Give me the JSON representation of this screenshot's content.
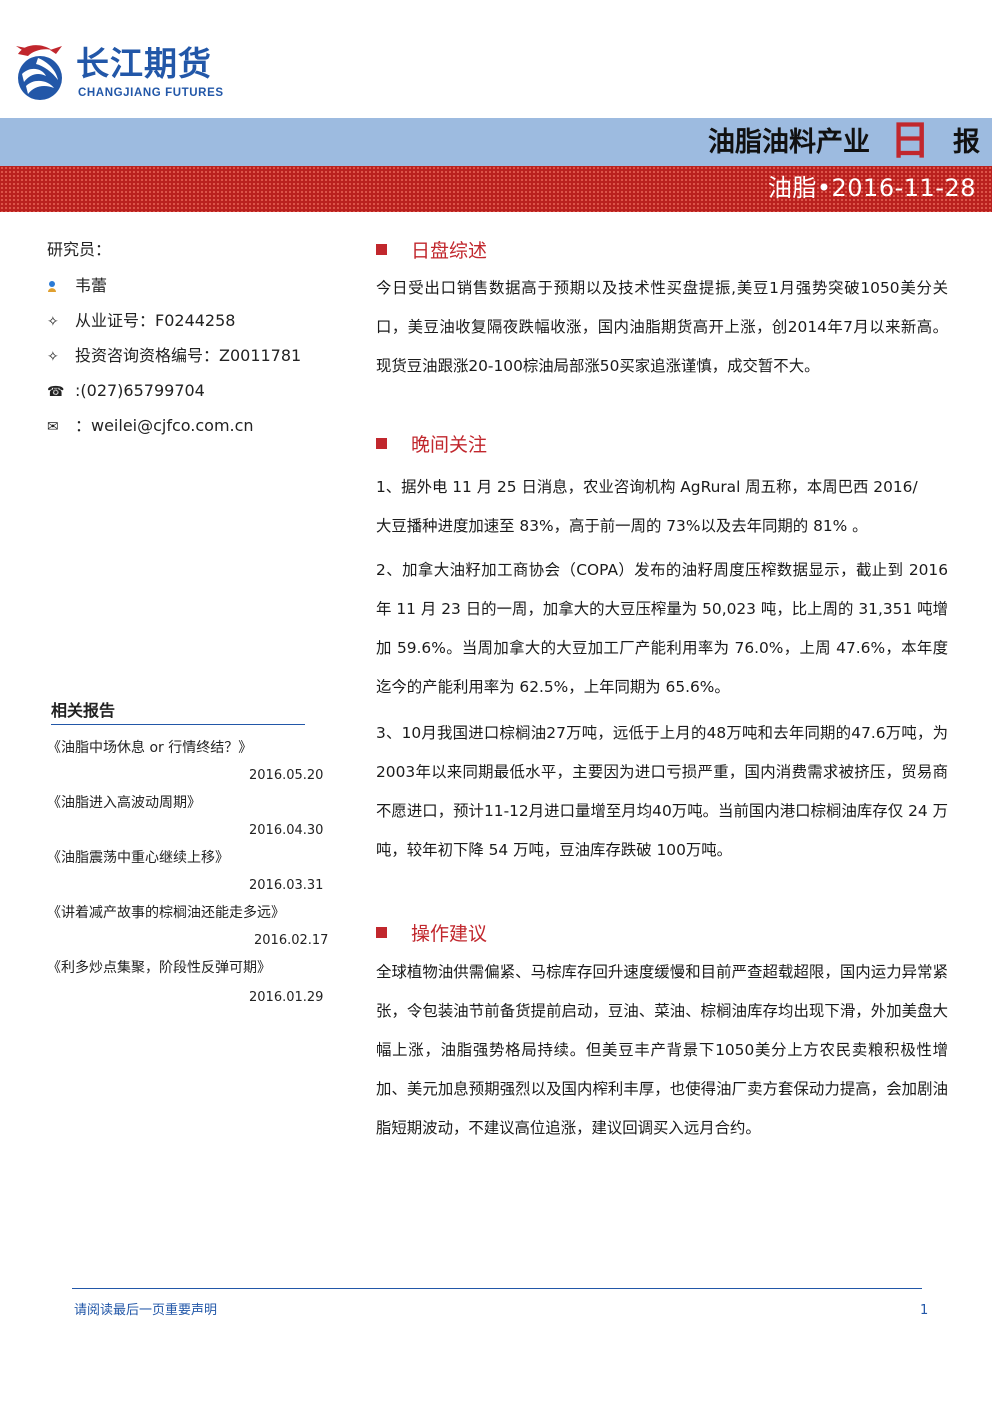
{
  "header": {
    "logo_cn": "长江期货",
    "logo_en": "CHANGJIANG FUTURES",
    "report_title": "油脂油料产业",
    "report_title_ri": "日",
    "report_title_bao": "报",
    "date_line": "油脂•2016-11-28",
    "colors": {
      "brand_blue": "#2257a8",
      "band_blue": "#9dbbe0",
      "band_red": "#b9201e",
      "accent_red": "#c1272d"
    }
  },
  "sidebar": {
    "analyst_label": "研究员：",
    "analyst_name": "韦蕾",
    "rows": [
      {
        "icon": "diamond-icon",
        "glyph": "✧",
        "text": "从业证号：F0244258"
      },
      {
        "icon": "diamond-icon",
        "glyph": "✧",
        "text": "投资咨询资格编号：Z0011781"
      },
      {
        "icon": "phone-icon",
        "glyph": "☎",
        "text": ":(027)65799704"
      },
      {
        "icon": "mail-icon",
        "glyph": "✉",
        "text": "：weilei@cjfco.com.cn"
      }
    ],
    "related_title": "相关报告",
    "related": [
      {
        "title": "《油脂中场休息 or 行情终结？》",
        "date": "2016.05.20"
      },
      {
        "title": "《油脂进入高波动周期》",
        "date": "2016.04.30"
      },
      {
        "title": "《油脂震荡中重心继续上移》",
        "date": "2016.03.31"
      },
      {
        "title": "《讲着减产故事的棕榈油还能走多远》",
        "date": "2016.02.17"
      },
      {
        "title": "《利多炒点集聚，阶段性反弹可期》",
        "date": "2016.01.29"
      }
    ]
  },
  "main": {
    "s1_title": "日盘综述",
    "s1_text": "今日受出口销售数据高于预期以及技术性买盘提振,美豆1月强势突破1050美分关口，美豆油收复隔夜跌幅收涨，国内油脂期货高开上涨，创2014年7月以来新高。现货豆油跟涨20-100棕油局部涨50买家追涨谨慎，成交暂不大。",
    "s2_title": "晚间关注",
    "s2_p1_l1": " 1、据外电 11 月 25 日消息，农业咨询机构 AgRural 周五称，本周巴西 2016/",
    "s2_p1_l2": " 大豆播种进度加速至 83%，高于前一周的 73%以及去年同期的 81% 。",
    "s2_p2": "2、加拿大油籽加工商协会（COPA）发布的油籽周度压榨数据显示，截止到 2016 年 11 月 23 日的一周，加拿大的大豆压榨量为 50,023 吨，比上周的 31,351 吨增加 59.6%。当周加拿大的大豆加工厂产能利用率为 76.0%，上周 47.6%，本年度迄今的产能利用率为 62.5%，上年同期为 65.6%。",
    "s2_p3": "3、10月我国进口棕榈油27万吨，远低于上月的48万吨和去年同期的47.6万吨，为2003年以来同期最低水平，主要因为进口亏损严重，国内消费需求被挤压，贸易商不愿进口，预计11-12月进口量增至月均40万吨。当前国内港口棕榈油库存仅 24 万吨，较年初下降 54 万吨，豆油库存跌破 100万吨。",
    "s3_title": "操作建议",
    "s3_text": "全球植物油供需偏紧、马棕库存回升速度缓慢和目前严查超载超限，国内运力异常紧张，令包装油节前备货提前启动，豆油、菜油、棕榈油库存均出现下滑，外加美盘大幅上涨，油脂强势格局持续。但美豆丰产背景下1050美分上方农民卖粮积极性增加、美元加息预期强烈以及国内榨利丰厚，也使得油厂卖方套保动力提高，会加剧油脂短期波动，不建议高位追涨，建议回调买入远月合约。"
  },
  "footer": {
    "notice": "请阅读最后一页重要声明",
    "page_number": "1"
  }
}
